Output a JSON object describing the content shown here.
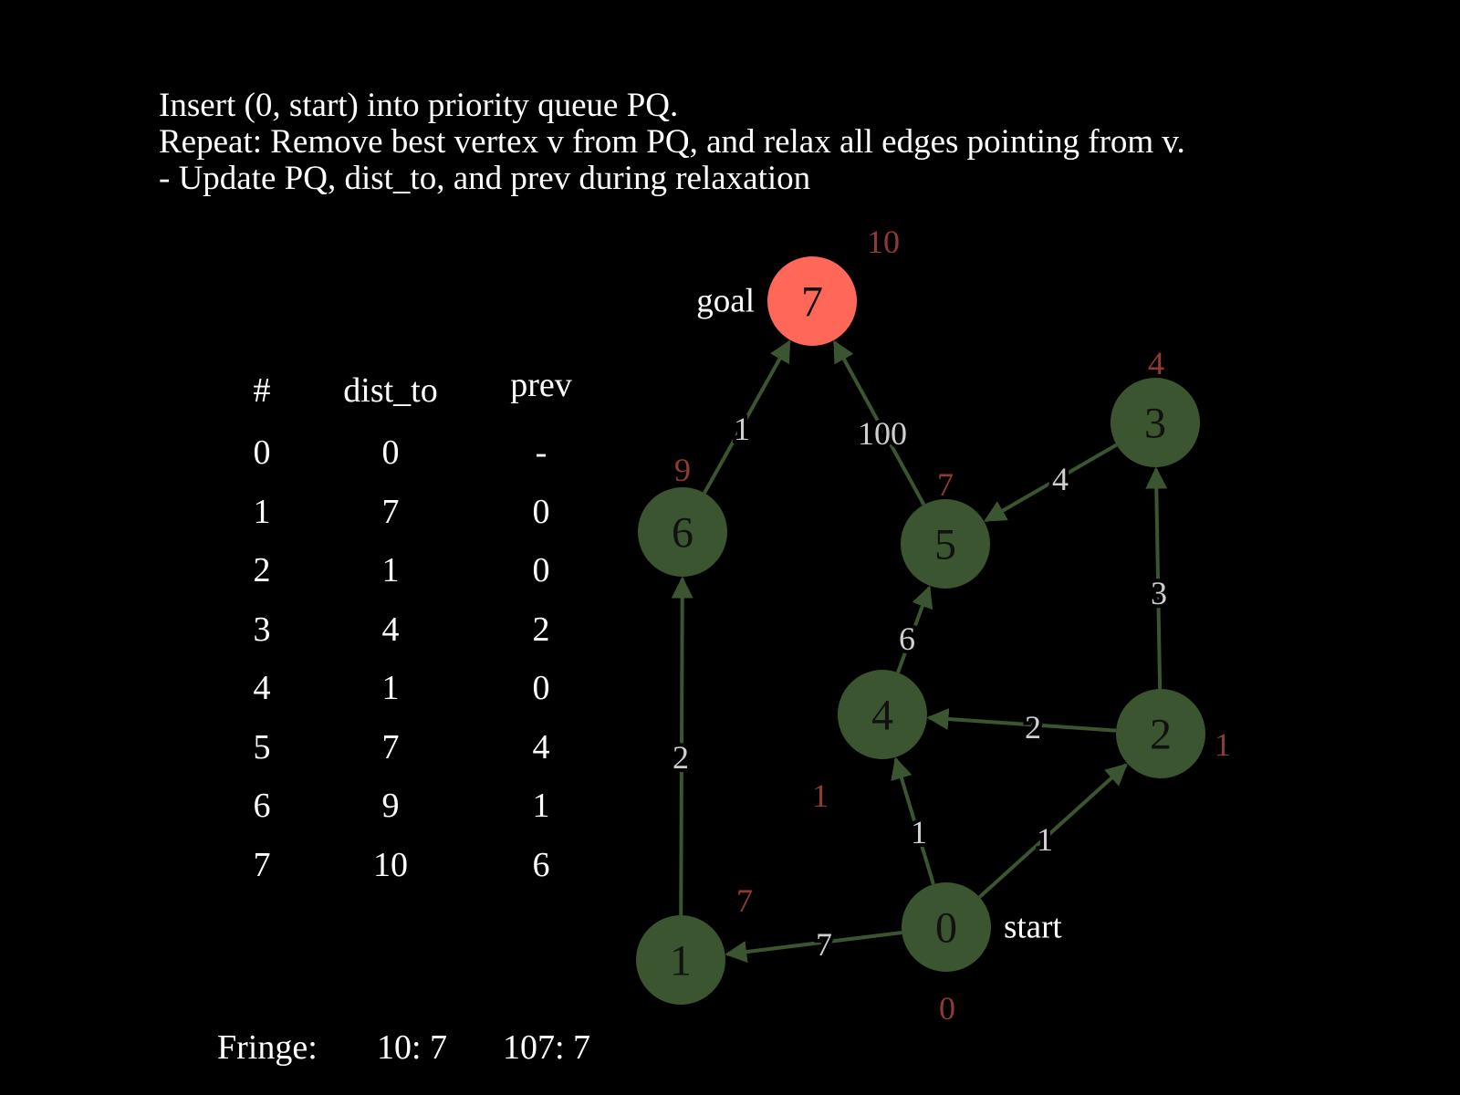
{
  "instructions": [
    "Insert (0, start) into priority queue PQ.",
    "Repeat: Remove best vertex v from PQ, and relax all edges pointing from v.",
    "- Update PQ, dist_to, and prev during relaxation"
  ],
  "table": {
    "headers": [
      "#",
      "dist_to",
      "prev"
    ],
    "rows": [
      [
        "0",
        "0",
        "-"
      ],
      [
        "1",
        "7",
        "0"
      ],
      [
        "2",
        "1",
        "0"
      ],
      [
        "3",
        "4",
        "2"
      ],
      [
        "4",
        "1",
        "0"
      ],
      [
        "5",
        "7",
        "4"
      ],
      [
        "6",
        "9",
        "1"
      ],
      [
        "7",
        "10",
        "6"
      ]
    ]
  },
  "fringe": {
    "label": "Fringe:",
    "items": [
      "10: 7",
      "107: 7"
    ]
  },
  "graph": {
    "colors": {
      "node": "#3a5530",
      "goal_node": "#ff6759",
      "edge": "#3a5530",
      "edge_label": "#cfcfcf",
      "dist_label": "#8f3a35",
      "node_text": "#111111",
      "tag_text": "#ffffff"
    },
    "nodes": [
      {
        "id": "0",
        "dist": "0",
        "tag": "start"
      },
      {
        "id": "1",
        "dist": "7"
      },
      {
        "id": "2",
        "dist": "1"
      },
      {
        "id": "3",
        "dist": "4"
      },
      {
        "id": "4",
        "dist": "1"
      },
      {
        "id": "5",
        "dist": "7"
      },
      {
        "id": "6",
        "dist": "9"
      },
      {
        "id": "7",
        "dist": "10",
        "tag": "goal",
        "highlight": true
      }
    ],
    "edges": [
      {
        "from": "0",
        "to": "1",
        "weight": "7"
      },
      {
        "from": "0",
        "to": "4",
        "weight": "1"
      },
      {
        "from": "0",
        "to": "2",
        "weight": "1"
      },
      {
        "from": "2",
        "to": "4",
        "weight": "2"
      },
      {
        "from": "2",
        "to": "3",
        "weight": "3"
      },
      {
        "from": "3",
        "to": "5",
        "weight": "4"
      },
      {
        "from": "4",
        "to": "5",
        "weight": "6"
      },
      {
        "from": "1",
        "to": "6",
        "weight": "2"
      },
      {
        "from": "6",
        "to": "7",
        "weight": "1"
      },
      {
        "from": "5",
        "to": "7",
        "weight": "100"
      }
    ]
  }
}
